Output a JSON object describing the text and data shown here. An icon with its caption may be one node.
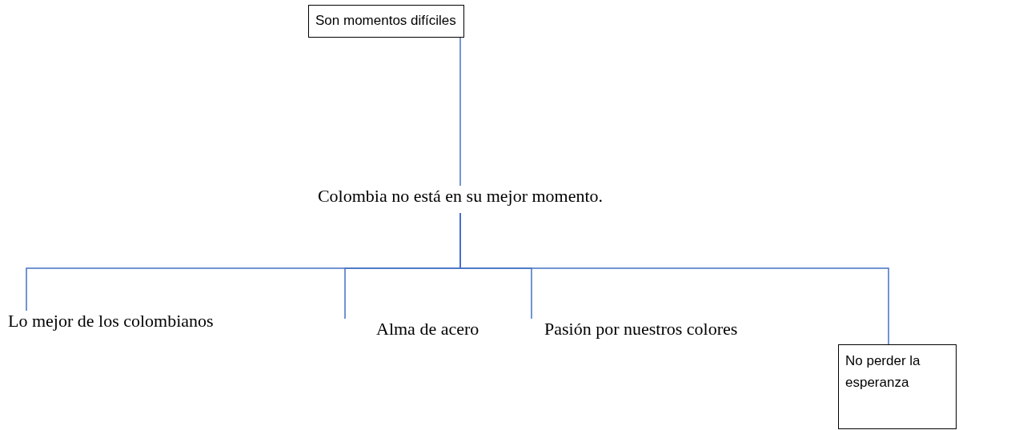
{
  "diagram": {
    "nodes": [
      {
        "text": [
          "Son momentos difíciles"
        ]
      },
      {
        "text": [
          "Colombia no está en su mejor momento."
        ]
      },
      {
        "text": [
          "Lo mejor de los colombianos"
        ]
      },
      {
        "text": [
          "Alma de acero"
        ]
      },
      {
        "text": [
          "Pasión por nuestros colores"
        ]
      },
      {
        "text": [
          "No perder la esperanza"
        ]
      }
    ],
    "edges": [
      {
        "from": 0,
        "to": 1,
        "arrow": "none"
      },
      {
        "from": 1,
        "to": 2,
        "arrow": "none"
      },
      {
        "from": 1,
        "to": 3,
        "arrow": "none"
      },
      {
        "from": 1,
        "to": 4,
        "arrow": "none"
      },
      {
        "from": 1,
        "to": 5,
        "arrow": "none"
      }
    ]
  }
}
